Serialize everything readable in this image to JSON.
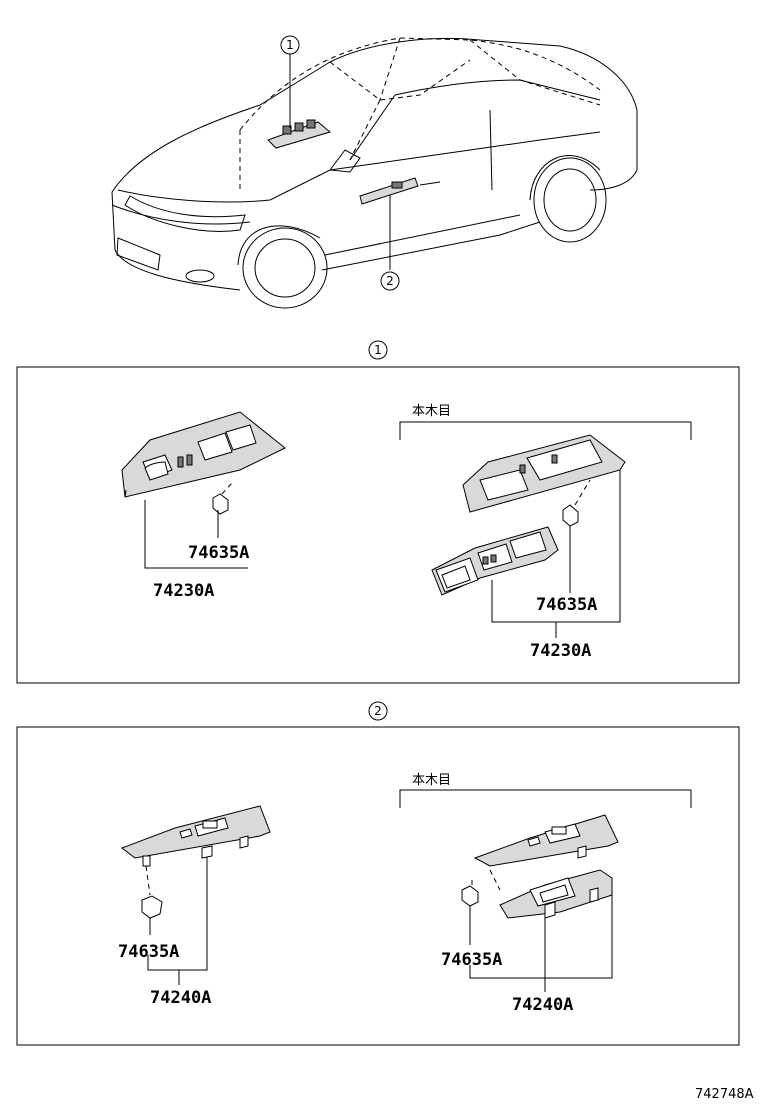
{
  "callouts": {
    "one": "1",
    "two": "2"
  },
  "section1": {
    "left": {
      "part_a": "74635A",
      "part_b": "74230A"
    },
    "right": {
      "variant_label": "本木目",
      "part_a": "74635A",
      "part_b": "74230A"
    }
  },
  "section2": {
    "left": {
      "part_a": "74635A",
      "part_b": "74240A"
    },
    "right": {
      "variant_label": "本木目",
      "part_a": "74635A",
      "part_b": "74240A"
    }
  },
  "figure_ref": "742748A"
}
